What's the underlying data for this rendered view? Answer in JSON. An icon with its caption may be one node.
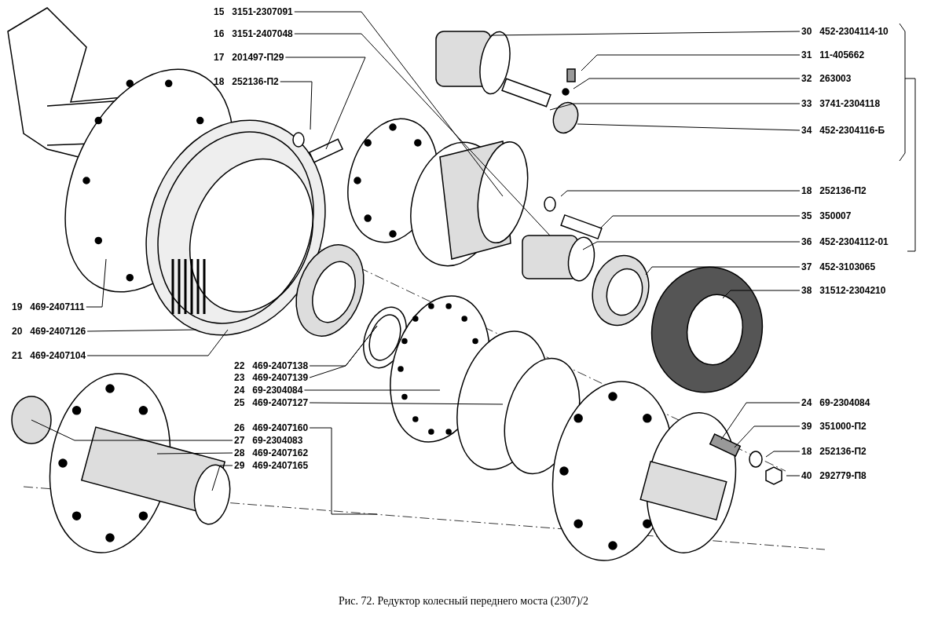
{
  "diagram": {
    "caption": "Рис. 72. Редуктор колесный переднего моста (2307)/2",
    "nodes": [
      {
        "text": [
          "15",
          "3151-2307091"
        ]
      },
      {
        "text": [
          "16",
          "3151-2407048"
        ]
      },
      {
        "text": [
          "17",
          "201497-П29"
        ]
      },
      {
        "text": [
          "18",
          "252136-П2"
        ]
      },
      {
        "text": [
          "19",
          "469-2407111"
        ]
      },
      {
        "text": [
          "20",
          "469-2407126"
        ]
      },
      {
        "text": [
          "21",
          "469-2407104"
        ]
      },
      {
        "text": [
          "22",
          "469-2407138"
        ]
      },
      {
        "text": [
          "23",
          "469-2407139"
        ]
      },
      {
        "text": [
          "24",
          "69-2304084"
        ]
      },
      {
        "text": [
          "25",
          "469-2407127"
        ]
      },
      {
        "text": [
          "26",
          "469-2407160"
        ]
      },
      {
        "text": [
          "27",
          "69-2304083"
        ]
      },
      {
        "text": [
          "28",
          "469-2407162"
        ]
      },
      {
        "text": [
          "29",
          "469-2407165"
        ]
      },
      {
        "text": [
          "30",
          "452-2304114-10"
        ]
      },
      {
        "text": [
          "31",
          "11-405662"
        ]
      },
      {
        "text": [
          "32",
          "263003"
        ]
      },
      {
        "text": [
          "33",
          "3741-2304118"
        ]
      },
      {
        "text": [
          "34",
          "452-2304116-Б"
        ]
      },
      {
        "text": [
          "18",
          "252136-П2"
        ]
      },
      {
        "text": [
          "35",
          "350007"
        ]
      },
      {
        "text": [
          "36",
          "452-2304112-01"
        ]
      },
      {
        "text": [
          "37",
          "452-3103065"
        ]
      },
      {
        "text": [
          "38",
          "31512-2304210"
        ]
      },
      {
        "text": [
          "24",
          "69-2304084"
        ]
      },
      {
        "text": [
          "39",
          "351000-П2"
        ]
      },
      {
        "text": [
          "18",
          "252136-П2"
        ]
      },
      {
        "text": [
          "40",
          "292779-П8"
        ]
      }
    ],
    "edges": [
      {
        "from": 0,
        "to": null,
        "arrow": "none"
      },
      {
        "from": 1,
        "to": null,
        "arrow": "none"
      },
      {
        "from": 2,
        "to": null,
        "arrow": "none"
      },
      {
        "from": 3,
        "to": null,
        "arrow": "none"
      },
      {
        "from": 4,
        "to": null,
        "arrow": "none"
      },
      {
        "from": 5,
        "to": null,
        "arrow": "none"
      },
      {
        "from": 6,
        "to": null,
        "arrow": "none"
      },
      {
        "from": 7,
        "to": null,
        "arrow": "none"
      },
      {
        "from": 8,
        "to": null,
        "arrow": "none"
      },
      {
        "from": 9,
        "to": null,
        "arrow": "none"
      },
      {
        "from": 10,
        "to": null,
        "arrow": "none"
      },
      {
        "from": 11,
        "to": null,
        "arrow": "none"
      },
      {
        "from": 12,
        "to": null,
        "arrow": "none"
      },
      {
        "from": 13,
        "to": null,
        "arrow": "none"
      },
      {
        "from": 14,
        "to": null,
        "arrow": "none"
      },
      {
        "from": 15,
        "to": null,
        "arrow": "none"
      },
      {
        "from": 16,
        "to": null,
        "arrow": "none"
      },
      {
        "from": 17,
        "to": null,
        "arrow": "none"
      },
      {
        "from": 18,
        "to": null,
        "arrow": "none"
      },
      {
        "from": 19,
        "to": null,
        "arrow": "none"
      },
      {
        "from": 20,
        "to": null,
        "arrow": "none"
      },
      {
        "from": 21,
        "to": null,
        "arrow": "none"
      },
      {
        "from": 22,
        "to": null,
        "arrow": "none"
      },
      {
        "from": 23,
        "to": null,
        "arrow": "none"
      },
      {
        "from": 24,
        "to": null,
        "arrow": "none"
      },
      {
        "from": 25,
        "to": null,
        "arrow": "none"
      },
      {
        "from": 26,
        "to": null,
        "arrow": "none"
      },
      {
        "from": 27,
        "to": null,
        "arrow": "none"
      },
      {
        "from": 28,
        "to": null,
        "arrow": "none"
      }
    ]
  }
}
